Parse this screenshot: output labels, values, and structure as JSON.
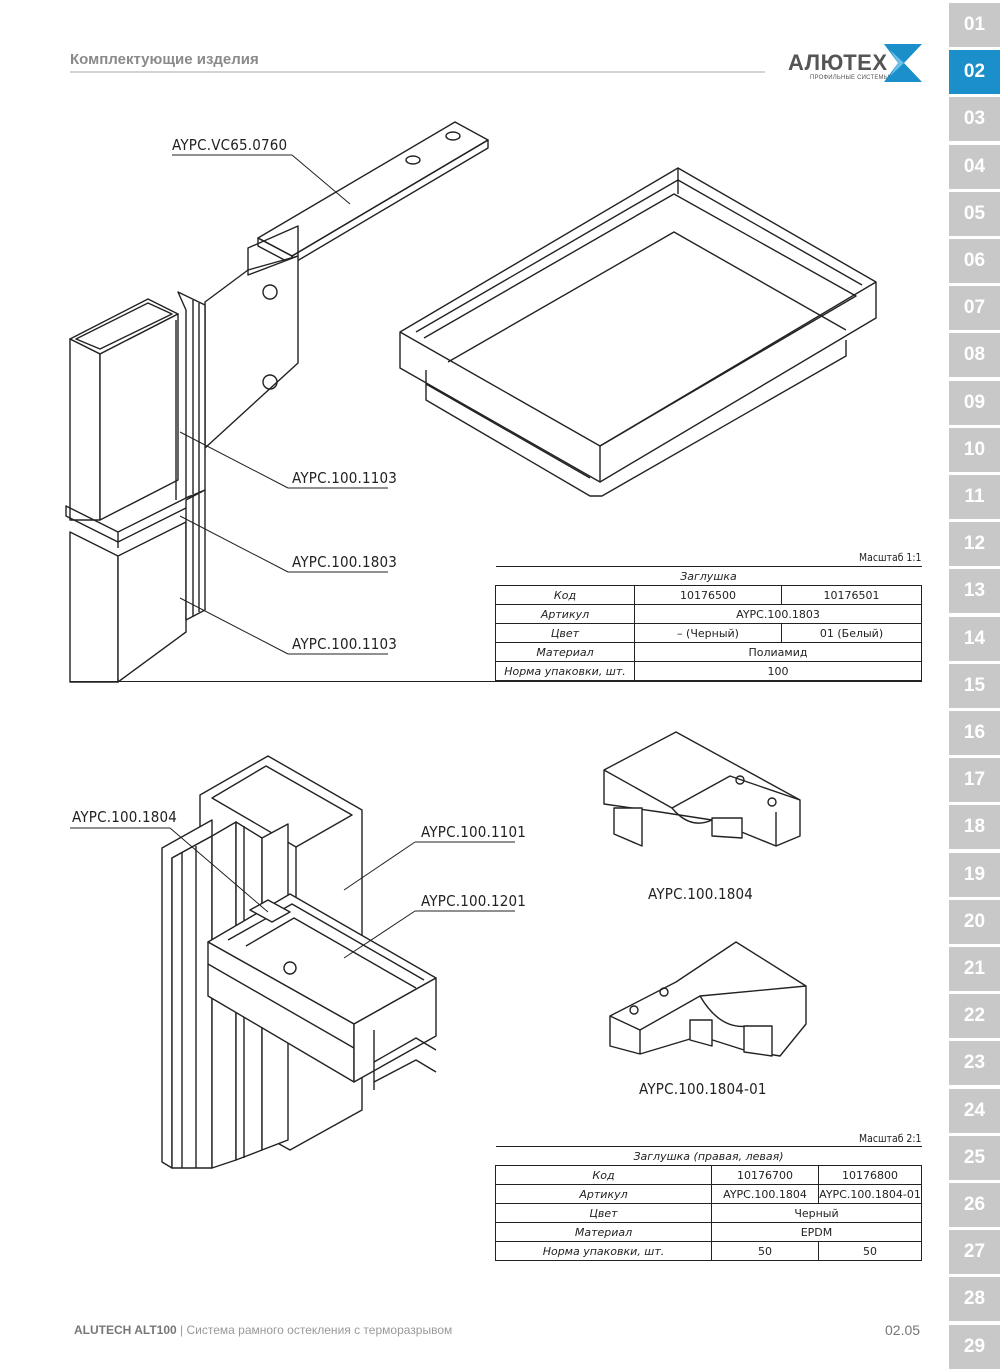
{
  "header": {
    "title": "Комплектующие изделия"
  },
  "logo": {
    "name": "АЛЮТЕХ",
    "tagline": "ПРОФИЛЬНЫЕ СИСТЕМЫ",
    "accent": "#1a8fc9"
  },
  "tabs": {
    "active": "02",
    "items": [
      "01",
      "02",
      "03",
      "04",
      "05",
      "06",
      "07",
      "08",
      "09",
      "10",
      "11",
      "12",
      "13",
      "14",
      "15",
      "16",
      "17",
      "18",
      "19",
      "20",
      "21",
      "22",
      "23",
      "24",
      "25",
      "26",
      "27",
      "28",
      "29"
    ]
  },
  "drawing1": {
    "labels": {
      "bracket": "AYPC.VC65.0760",
      "profile_top": "AYPC.100.1103",
      "cap": "AYPC.100.1803",
      "profile_bottom": "AYPC.100.1103"
    },
    "scale": "Масштаб 1:1",
    "table": {
      "caption": "Заглушка",
      "rows": [
        {
          "label": "Код",
          "values": [
            "10176500",
            "10176501"
          ]
        },
        {
          "label": "Артикул",
          "values": [
            "AYPC.100.1803"
          ]
        },
        {
          "label": "Цвет",
          "values": [
            "– (Черный)",
            "01 (Белый)"
          ]
        },
        {
          "label": "Материал",
          "values": [
            "Полиамид"
          ]
        },
        {
          "label": "Норма упаковки, шт.",
          "values": [
            "100"
          ]
        }
      ]
    }
  },
  "drawing2": {
    "labels": {
      "cap_left": "AYPC.100.1804",
      "mullion": "AYPC.100.1101",
      "transom": "AYPC.100.1201",
      "part_right": "AYPC.100.1804",
      "part_left": "AYPC.100.1804-01"
    },
    "scale": "Масштаб 2:1",
    "table": {
      "caption": "Заглушка (правая, левая)",
      "rows": [
        {
          "label": "Код",
          "values": [
            "10176700",
            "10176800"
          ]
        },
        {
          "label": "Артикул",
          "values": [
            "AYPC.100.1804",
            "AYPC.100.1804-01"
          ]
        },
        {
          "label": "Цвет",
          "values": [
            "Черный"
          ]
        },
        {
          "label": "Материал",
          "values": [
            "EPDM"
          ]
        },
        {
          "label": "Норма упаковки, шт.",
          "values": [
            "50",
            "50"
          ]
        }
      ]
    }
  },
  "footer": {
    "brand": "ALUTECH ALT100",
    "description": "Система рамного остекления с терморазрывом",
    "page": "02.05"
  }
}
